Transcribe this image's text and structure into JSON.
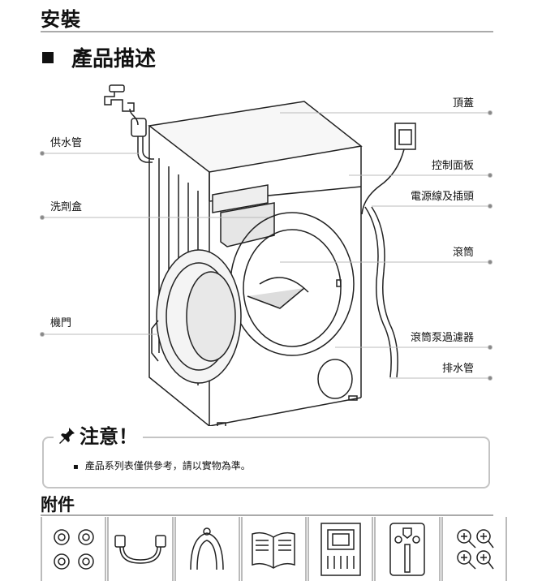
{
  "heading": "安裝",
  "subheading": "產品描述",
  "labels": {
    "water_hose": "供水管",
    "detergent_box": "洗劑盒",
    "door": "機門",
    "top_cover": "頂蓋",
    "control_panel": "控制面板",
    "power_cord": "電源線及插頭",
    "drum": "滾筒",
    "pump_filter": "滾筒泵過濾器",
    "drain_hose": "排水管"
  },
  "note": {
    "title": "注意！",
    "items": [
      "產品系列表僅供參考，請以實物為準。"
    ]
  },
  "accessories": {
    "title": "附件",
    "items": [
      {
        "icon": "transit-bolt-caps-icon"
      },
      {
        "icon": "inlet-hose-icon"
      },
      {
        "icon": "hose-elbow-bracket-icon"
      },
      {
        "icon": "user-manual-icon"
      },
      {
        "icon": "installation-template-icon"
      },
      {
        "icon": "wrench-icon"
      },
      {
        "icon": "screws-icon"
      }
    ]
  }
}
